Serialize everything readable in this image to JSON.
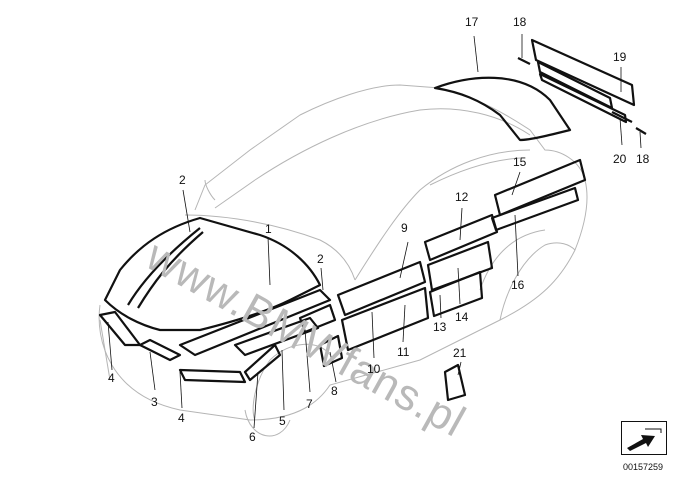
{
  "watermark": "www.BMWfans.pl",
  "diagram_number": "00157259",
  "callouts": [
    {
      "id": "c1",
      "text": "1"
    },
    {
      "id": "c2a",
      "text": "2"
    },
    {
      "id": "c2b",
      "text": "2"
    },
    {
      "id": "c3",
      "text": "3"
    },
    {
      "id": "c4a",
      "text": "4"
    },
    {
      "id": "c4b",
      "text": "4"
    },
    {
      "id": "c5",
      "text": "5"
    },
    {
      "id": "c6",
      "text": "6"
    },
    {
      "id": "c7",
      "text": "7"
    },
    {
      "id": "c8",
      "text": "8"
    },
    {
      "id": "c9",
      "text": "9"
    },
    {
      "id": "c10",
      "text": "10"
    },
    {
      "id": "c11",
      "text": "11"
    },
    {
      "id": "c12",
      "text": "12"
    },
    {
      "id": "c13",
      "text": "13"
    },
    {
      "id": "c14",
      "text": "14"
    },
    {
      "id": "c15",
      "text": "15"
    },
    {
      "id": "c16",
      "text": "16"
    },
    {
      "id": "c17",
      "text": "17"
    },
    {
      "id": "c18a",
      "text": "18"
    },
    {
      "id": "c18b",
      "text": "18"
    },
    {
      "id": "c19",
      "text": "19"
    },
    {
      "id": "c20",
      "text": "20"
    },
    {
      "id": "c21",
      "text": "21"
    }
  ],
  "icons": {
    "navigation": "arrow-diagram-icon"
  }
}
